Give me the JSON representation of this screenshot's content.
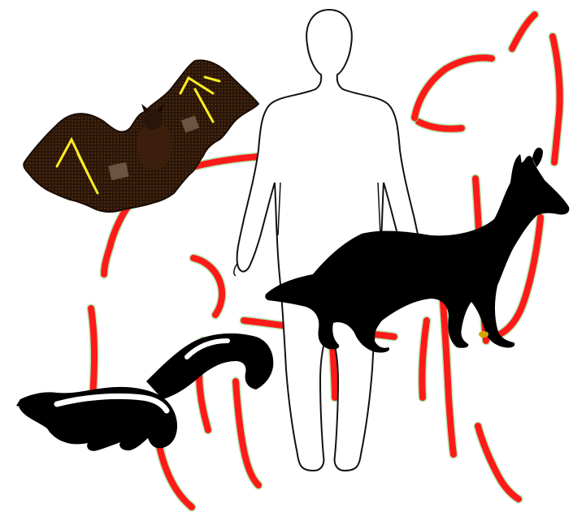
{
  "figures": [
    {
      "name": "human-figure",
      "type": "human"
    },
    {
      "name": "bat",
      "type": "animal"
    },
    {
      "name": "dog",
      "type": "animal"
    },
    {
      "name": "skunk",
      "type": "animal"
    }
  ],
  "colors": {
    "background": "#ffffff",
    "transmission_lines": "#ff1a1a",
    "line_halo": "#7ddc7d",
    "silhouette": "#000000",
    "bat_wing": "#2a1608",
    "bat_highlight": "#ffee22",
    "human_fill": "#ffffff",
    "human_outline": "#111111",
    "skunk_stripe": "#ffffff"
  }
}
